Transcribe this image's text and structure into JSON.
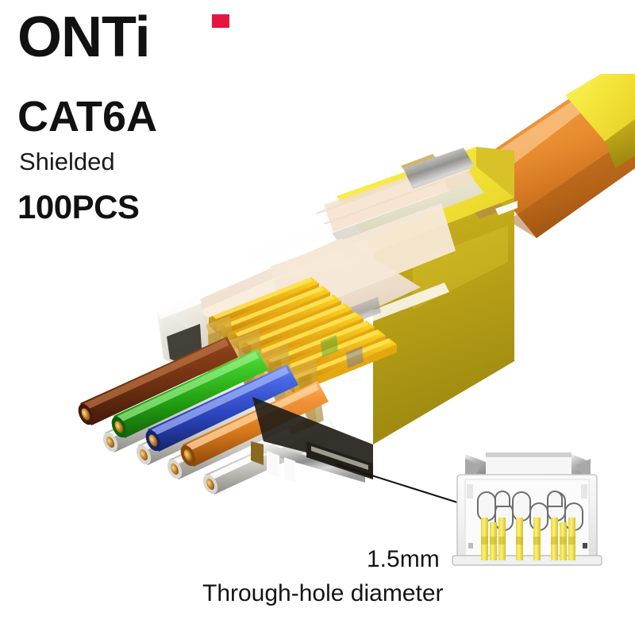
{
  "brand": {
    "logo_text": "ONTi",
    "logo_accent_color": "#e3173e",
    "logo_color": "#111111"
  },
  "specs": {
    "category": "CAT6A",
    "shielding": "Shielded",
    "quantity": "100PCS"
  },
  "callout": {
    "measurement": "1.5mm",
    "caption": "Through-hole diameter"
  },
  "product": {
    "name": "rj45-pass-through-shielded-connector",
    "shell_color": "#f2e23a",
    "shell_shadow_color": "#b7a118",
    "cable_jacket_color": "#e8913d",
    "contact_gold_color": "#f6c21a",
    "housing_clear_color": "#e8e6e0",
    "wire_pairs": [
      {
        "name": "brown",
        "color": "#7a3316",
        "stripe": "#f4f2ee"
      },
      {
        "name": "white-brown",
        "color": "#f0ece6",
        "stripe": "#7a3316"
      },
      {
        "name": "green",
        "color": "#3cc227",
        "stripe": "#f4f2ee"
      },
      {
        "name": "white-green",
        "color": "#f0ece6",
        "stripe": "#3cc227"
      },
      {
        "name": "blue",
        "color": "#3a5ee0",
        "stripe": "#f4f2ee"
      },
      {
        "name": "white-blue",
        "color": "#f0ece6",
        "stripe": "#3a5ee0"
      },
      {
        "name": "orange",
        "color": "#ef8a2c",
        "stripe": "#f4f2ee"
      },
      {
        "name": "white-orange",
        "color": "#f0ece6",
        "stripe": "#ef8a2c"
      }
    ],
    "contact_count": 8
  },
  "inset": {
    "name": "front-view-through-holes",
    "hole_count": 8,
    "pin_count": 8,
    "pin_color": "#f5e24a",
    "body_color": "#efefef"
  }
}
